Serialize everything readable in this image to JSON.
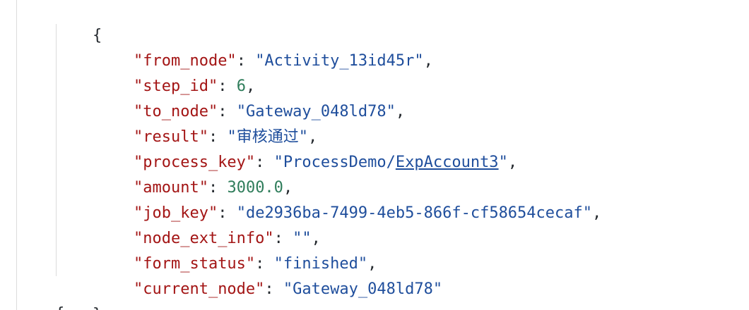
{
  "open_brace": "{",
  "close_brace": "},",
  "next_open_brace": "{",
  "entries": [
    {
      "key": "\"from_node\"",
      "value": "\"Activity_13id45r\"",
      "type": "str",
      "trail": ","
    },
    {
      "key": "\"step_id\"",
      "value": "6",
      "type": "num",
      "trail": ","
    },
    {
      "key": "\"to_node\"",
      "value": "\"Gateway_048ld78\"",
      "type": "str",
      "trail": ","
    },
    {
      "key": "\"result\"",
      "value": "\"审核通过\"",
      "type": "str",
      "trail": ","
    },
    {
      "key": "\"process_key\"",
      "value_prefix": "\"ProcessDemo/",
      "value_link": "ExpAccount3",
      "value_suffix": "\"",
      "type": "str",
      "trail": ","
    },
    {
      "key": "\"amount\"",
      "value": "3000.0",
      "type": "num",
      "trail": ","
    },
    {
      "key": "\"job_key\"",
      "value": "\"de2936ba-7499-4eb5-866f-cf58654cecaf\"",
      "type": "str",
      "trail": ","
    },
    {
      "key": "\"node_ext_info\"",
      "value": "\"\"",
      "type": "str",
      "trail": ","
    },
    {
      "key": "\"form_status\"",
      "value": "\"finished\"",
      "type": "str",
      "trail": ","
    },
    {
      "key": "\"current_node\"",
      "value": "\"Gateway_048ld78\"",
      "type": "str",
      "trail": ""
    }
  ],
  "separator": ": ",
  "colors": {
    "key": "#a31515",
    "string": "#1f4e9c",
    "number": "#2f7d5b",
    "guide": "#dcdcdc"
  }
}
